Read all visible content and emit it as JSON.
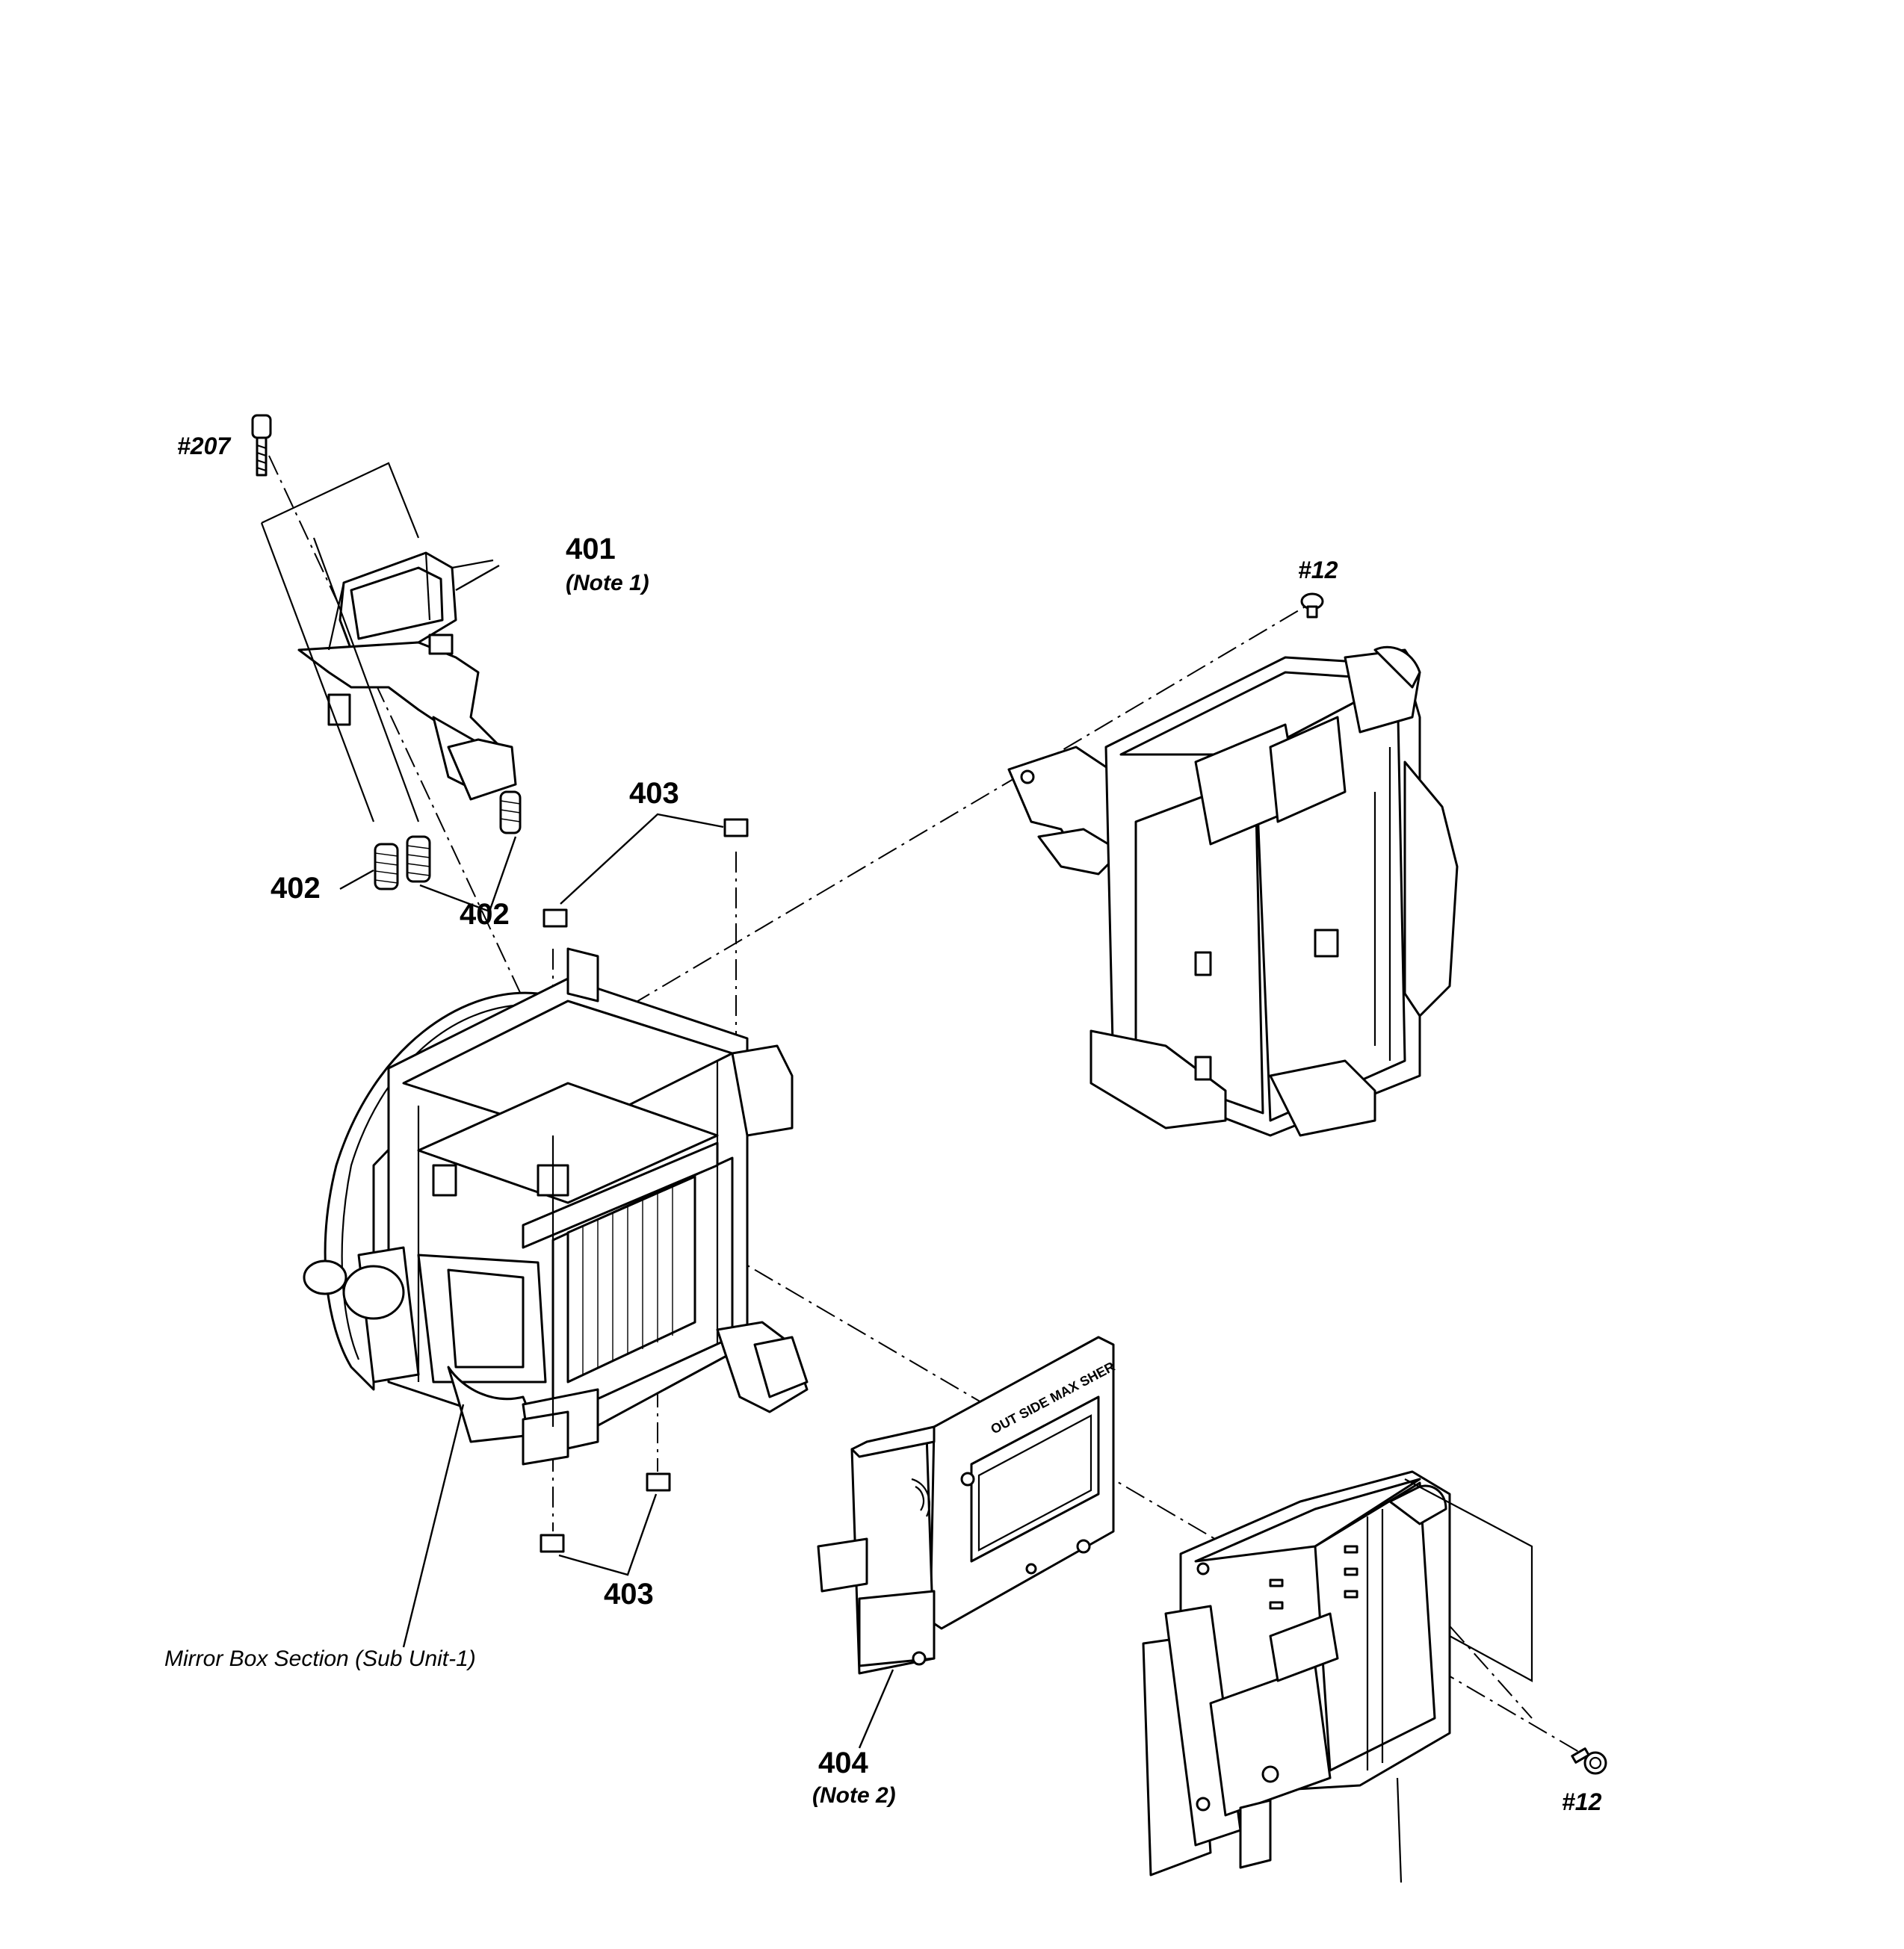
{
  "labels": {
    "screw_207": "#207",
    "part_401": "401",
    "note_1": "(Note 1)",
    "screw_12_top": "#12",
    "part_403_top": "403",
    "part_402_left": "402",
    "part_402_right": "402",
    "part_403_bottom": "403",
    "mirror_box_caption": "Mirror Box Section (Sub Unit-1)",
    "part_404": "404",
    "note_2": "(Note 2)",
    "screw_12_bottom": "#12",
    "shutter_marking": "OUT SIDE MAX SHER"
  }
}
